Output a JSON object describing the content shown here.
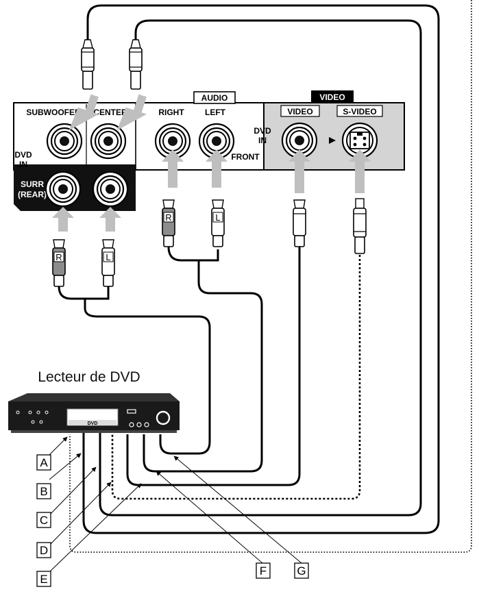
{
  "panel": {
    "audio_header": "AUDIO",
    "video_header": "VIDEO",
    "subwoofer": "SUBWOOFER",
    "center": "CENTER",
    "right": "RIGHT",
    "left": "LEFT",
    "video_jack": "VIDEO",
    "svideo_jack": "S-VIDEO",
    "dvd_in_left_1": "DVD",
    "dvd_in_left_2": "IN",
    "dvd_in_video_1": "DVD",
    "dvd_in_video_2": "IN",
    "surr_1": "SURR",
    "surr_2": "(REAR)",
    "front": "FRONT"
  },
  "plugs": {
    "front_r": "R",
    "front_l": "L",
    "surr_r": "R",
    "surr_l": "L"
  },
  "device": {
    "title": "Lecteur de DVD",
    "display": "DVD"
  },
  "callouts": [
    "A",
    "B",
    "C",
    "D",
    "E",
    "F",
    "G"
  ]
}
